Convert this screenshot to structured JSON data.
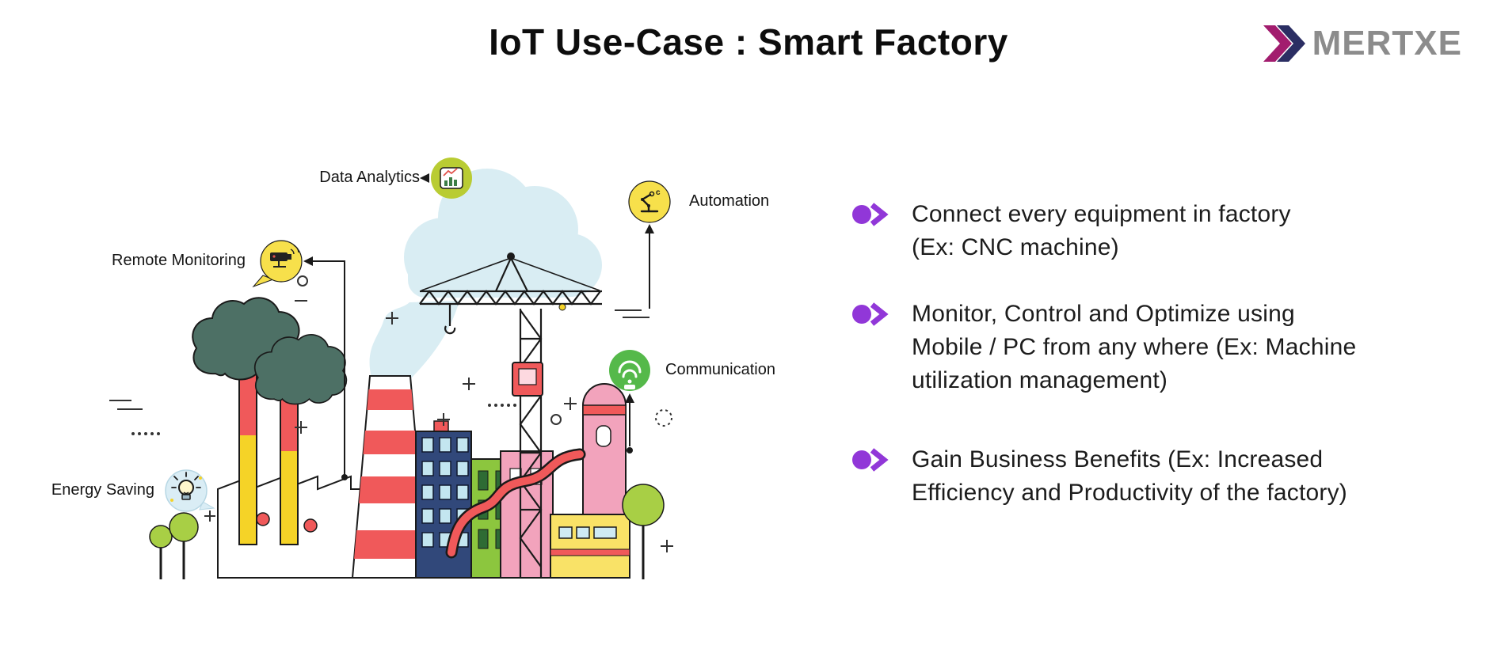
{
  "page": {
    "title": "IoT Use-Case : Smart Factory"
  },
  "brand": {
    "name": "MERTXE",
    "text_color": "#8c8c8c",
    "chevron_colors": [
      "#a21c6e",
      "#2b2e63"
    ]
  },
  "illustration": {
    "callouts": [
      {
        "id": "data-analytics",
        "label": "Data Analytics",
        "icon": "bar-chart-icon",
        "circle_color": "#b9cc33"
      },
      {
        "id": "automation",
        "label": "Automation",
        "icon": "robot-arm-icon",
        "circle_color": "#f7e04b"
      },
      {
        "id": "remote-monitoring",
        "label": "Remote Monitoring",
        "icon": "cctv-camera-icon",
        "circle_color": "#f7e04b"
      },
      {
        "id": "communication",
        "label": "Communication",
        "icon": "wifi-icon",
        "circle_color": "#55b94a"
      },
      {
        "id": "energy-saving",
        "label": "Energy Saving",
        "icon": "light-bulb-icon",
        "circle_color": "#daedf5"
      }
    ]
  },
  "bullets": {
    "marker_icon": "circle-chevron-icon",
    "marker_color": "#9137d8",
    "items": [
      {
        "text": "Connect every equipment in factory\n(Ex: CNC machine)"
      },
      {
        "text": "Monitor, Control and Optimize using\nMobile / PC from any where (Ex: Machine\nutilization management)"
      },
      {
        "text": "Gain Business Benefits (Ex: Increased\nEfficiency and Productivity of the factory)"
      }
    ]
  }
}
